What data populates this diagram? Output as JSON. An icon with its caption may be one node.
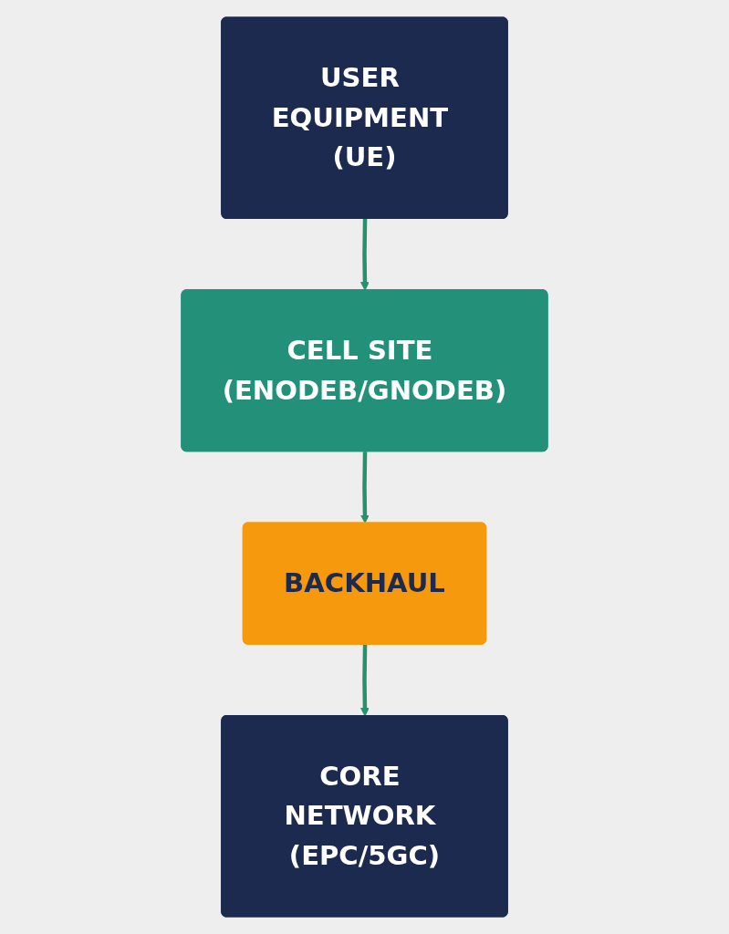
{
  "diagram": {
    "nodes": [
      {
        "text": [
          "USER EQUIPMENT (UE)"
        ]
      },
      {
        "text": [
          "CELL SITE (ENODEB/GNODEB)"
        ]
      },
      {
        "text": [
          "BACKHAUL"
        ]
      },
      {
        "text": [
          "CORE NETWORK (EPC/5GC)"
        ]
      }
    ],
    "edges": [
      {
        "from": 0,
        "to": 1,
        "arrow": "to"
      },
      {
        "from": 1,
        "to": 2,
        "arrow": "to"
      },
      {
        "from": 2,
        "to": 3,
        "arrow": "to"
      }
    ]
  }
}
